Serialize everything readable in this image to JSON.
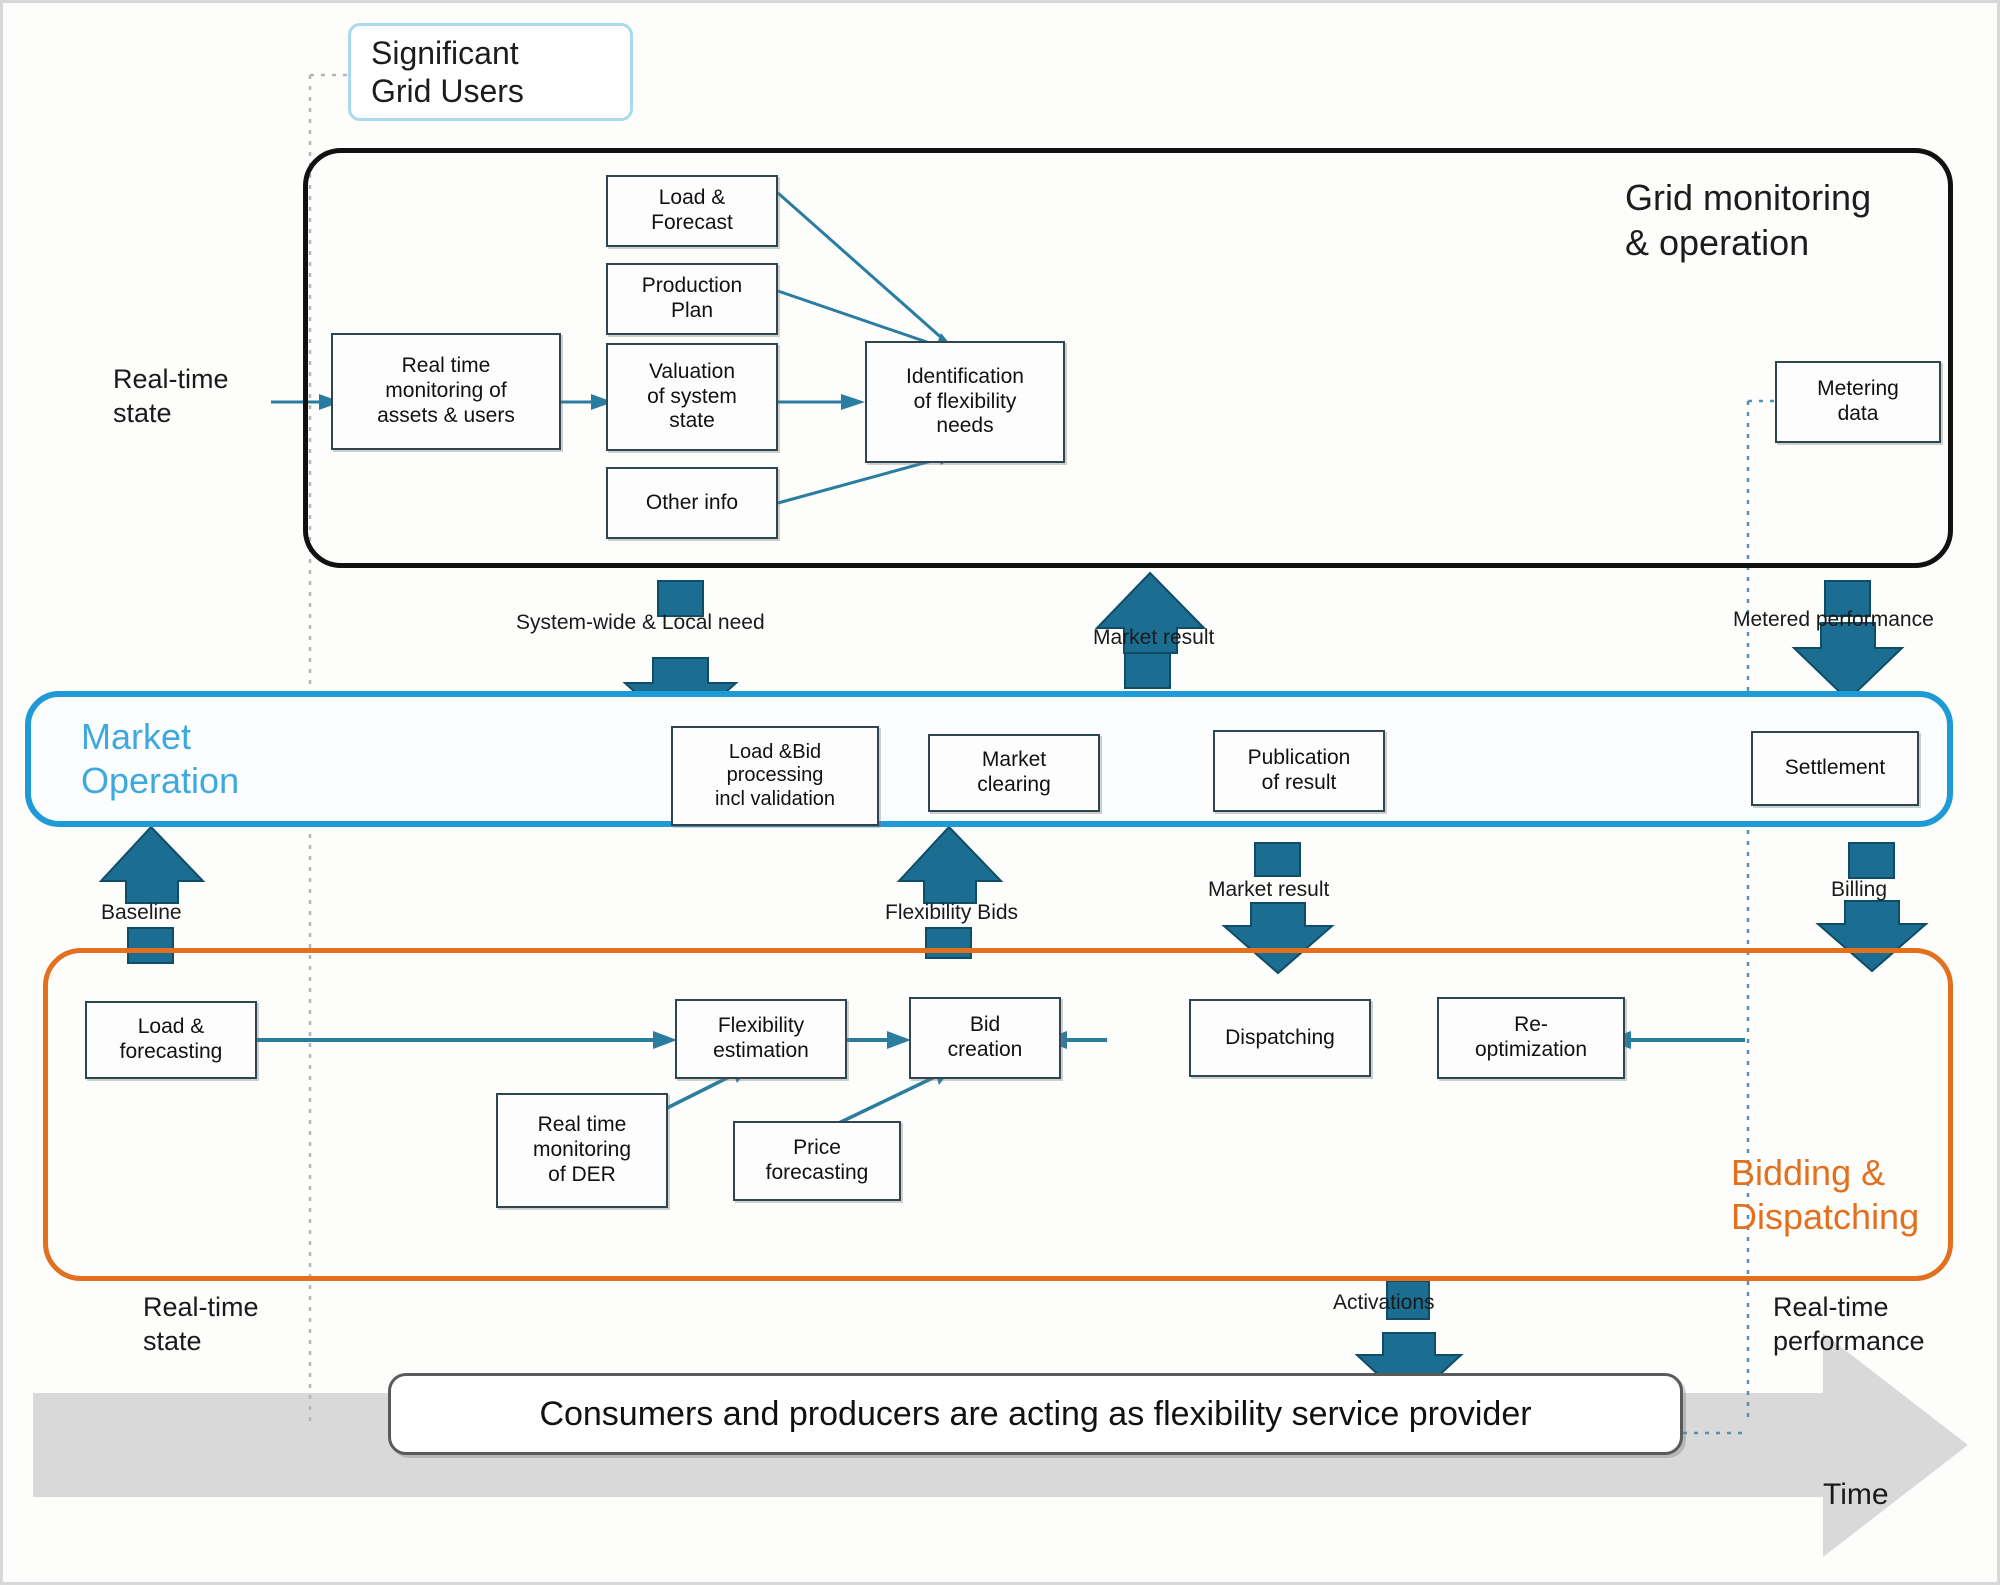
{
  "diagram": {
    "title_significant_grid_users": "Significant\nGrid Users",
    "sgu_line1": "Significant",
    "sgu_line2": "Grid Users",
    "time_axis_label": "Time"
  },
  "grid_layer": {
    "title_line1": "Grid monitoring",
    "title_line2": "& operation",
    "input_label_line1": "Real-time",
    "input_label_line2": "state",
    "boxes": [
      {
        "name": "load-and-forecast",
        "label": "Load &\nForecast",
        "l1": "Load &",
        "l2": "Forecast"
      },
      {
        "name": "production-plan",
        "label": "Production\nPlan",
        "l1": "Production",
        "l2": "Plan"
      },
      {
        "name": "real-time-monitoring-assets",
        "label": "Real time\nmonitoring of\nassets & users",
        "l1": "Real time",
        "l2": "monitoring of",
        "l3": "assets & users"
      },
      {
        "name": "valuation-of-system-state",
        "label": "Valuation\nof system\nstate",
        "l1": "Valuation",
        "l2": "of system",
        "l3": "state"
      },
      {
        "name": "other-info",
        "label": "Other info",
        "l1": "Other info"
      },
      {
        "name": "identification-of-flexibility-needs",
        "label": "Identification\nof flexibility\nneeds",
        "l1": "Identification",
        "l2": "of flexibility",
        "l3": "needs"
      },
      {
        "name": "metering-data",
        "label": "Metering\ndata",
        "l1": "Metering",
        "l2": "data"
      }
    ]
  },
  "market_layer": {
    "title_line1": "Market",
    "title_line2": "Operation",
    "boxes": [
      {
        "name": "load-bid-processing",
        "label": "Load &Bid\nprocessing\nincl validation",
        "l1": "Load &Bid",
        "l2": "processing",
        "l3": "incl validation"
      },
      {
        "name": "market-clearing",
        "label": "Market\nclearing",
        "l1": "Market",
        "l2": "clearing"
      },
      {
        "name": "publication-of-result",
        "label": "Publication\nof result",
        "l1": "Publication",
        "l2": "of result"
      },
      {
        "name": "settlement",
        "label": "Settlement",
        "l1": "Settlement"
      }
    ]
  },
  "bidding_layer": {
    "title_line1": "Bidding &",
    "title_line2": "Dispatching",
    "boxes": [
      {
        "name": "load-and-forecasting",
        "label": "Load &\nforecasting",
        "l1": "Load &",
        "l2": "forecasting"
      },
      {
        "name": "flexibility-estimation",
        "label": "Flexibility\nestimation",
        "l1": "Flexibility",
        "l2": "estimation"
      },
      {
        "name": "bid-creation",
        "label": "Bid\ncreation",
        "l1": "Bid",
        "l2": "creation"
      },
      {
        "name": "real-time-monitoring-der",
        "label": "Real time\nmonitoring\nof DER",
        "l1": "Real time",
        "l2": "monitoring",
        "l3": "of DER"
      },
      {
        "name": "price-forecasting",
        "label": "Price\nforecasting",
        "l1": "Price",
        "l2": "forecasting"
      },
      {
        "name": "dispatching",
        "label": "Dispatching",
        "l1": "Dispatching"
      },
      {
        "name": "re-optimization",
        "label": "Re-\noptimization",
        "l1": "Re-",
        "l2": "optimization"
      }
    ]
  },
  "interchange_labels": {
    "system_wide_local_need": "System-wide & Local need",
    "market_result_up": "Market result",
    "metered_performance": "Metered performance",
    "baseline": "Baseline",
    "flexibility_bids": "Flexibility Bids",
    "market_result_down": "Market result",
    "billing": "Billing",
    "activations": "Activations"
  },
  "corner_labels": {
    "real_time_state_line1": "Real-time",
    "real_time_state_line2": "state",
    "real_time_performance_line1": "Real-time",
    "real_time_performance_line2": "performance"
  },
  "bottom_bar": {
    "text": "Consumers and producers are acting as flexibility service provider"
  },
  "colors": {
    "grid_frame": "#111111",
    "market_frame": "#1e9ad6",
    "market_title": "#3ea9de",
    "bidding_frame": "#e2701e",
    "bidding_title": "#e2701e",
    "arrow_fill": "#1b6e91",
    "connector": "#2a7ca0",
    "sgu_border": "#a9d9ee",
    "time_arrow": "#d9d9d9"
  }
}
